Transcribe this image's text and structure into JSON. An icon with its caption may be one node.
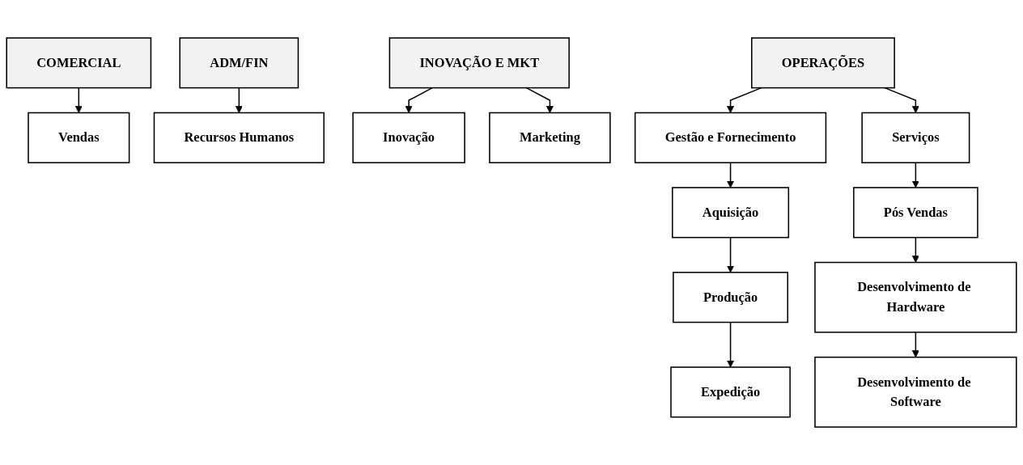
{
  "diagram": {
    "nodes": [
      {
        "text": [
          "COMERCIAL"
        ]
      },
      {
        "text": [
          "ADM/FIN"
        ]
      },
      {
        "text": [
          "INOVAÇÃO E MKT"
        ]
      },
      {
        "text": [
          "OPERAÇÕES"
        ]
      },
      {
        "text": [
          "Vendas"
        ]
      },
      {
        "text": [
          "Recursos Humanos"
        ]
      },
      {
        "text": [
          "Inovação"
        ]
      },
      {
        "text": [
          "Marketing"
        ]
      },
      {
        "text": [
          "Gestão e Fornecimento"
        ]
      },
      {
        "text": [
          "Serviços"
        ]
      },
      {
        "text": [
          "Aquisição"
        ]
      },
      {
        "text": [
          "Pós Vendas"
        ]
      },
      {
        "text": [
          "Produção"
        ]
      },
      {
        "text": [
          "Desenvolvimento de Hardware"
        ]
      },
      {
        "text": [
          "Expedição"
        ]
      },
      {
        "text": [
          "Desenvolvimento de Software"
        ]
      }
    ],
    "edges": [
      {
        "from": 0,
        "to": 4,
        "arrow": "to"
      },
      {
        "from": 1,
        "to": 5,
        "arrow": "to"
      },
      {
        "from": 2,
        "to": 6,
        "arrow": "to"
      },
      {
        "from": 2,
        "to": 7,
        "arrow": "to"
      },
      {
        "from": 3,
        "to": 8,
        "arrow": "to"
      },
      {
        "from": 3,
        "to": 9,
        "arrow": "to"
      },
      {
        "from": 8,
        "to": 10,
        "arrow": "to"
      },
      {
        "from": 10,
        "to": 12,
        "arrow": "to"
      },
      {
        "from": 12,
        "to": 14,
        "arrow": "to"
      },
      {
        "from": 9,
        "to": 11,
        "arrow": "to"
      },
      {
        "from": 11,
        "to": 13,
        "arrow": "to"
      },
      {
        "from": 13,
        "to": 15,
        "arrow": "to"
      }
    ]
  }
}
